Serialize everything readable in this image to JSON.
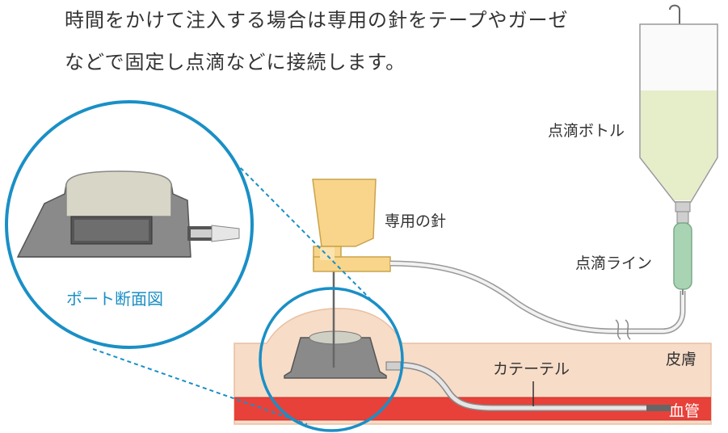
{
  "caption": {
    "line1": "時間をかけて注入する場合は専用の針をテープやガーゼ",
    "line2": "などで固定し点滴などに接続します。"
  },
  "labels": {
    "drip_bottle": "点滴ボトル",
    "special_needle": "専用の針",
    "drip_line": "点滴ライン",
    "skin": "皮膚",
    "catheter": "カテーテル",
    "blood_vessel": "血管",
    "port_cross_section": "ポート断面図"
  },
  "colors": {
    "skin": "#f7dcc7",
    "skin_edge": "#e9bfa2",
    "vessel": "#e8413a",
    "needle_hub": "#f8d58a",
    "bottle_liquid": "#e6edc9",
    "drip_chamber": "#a9d4b4",
    "port_gray": "#8a8a8a",
    "magnifier_blue": "#1a8fc6"
  }
}
